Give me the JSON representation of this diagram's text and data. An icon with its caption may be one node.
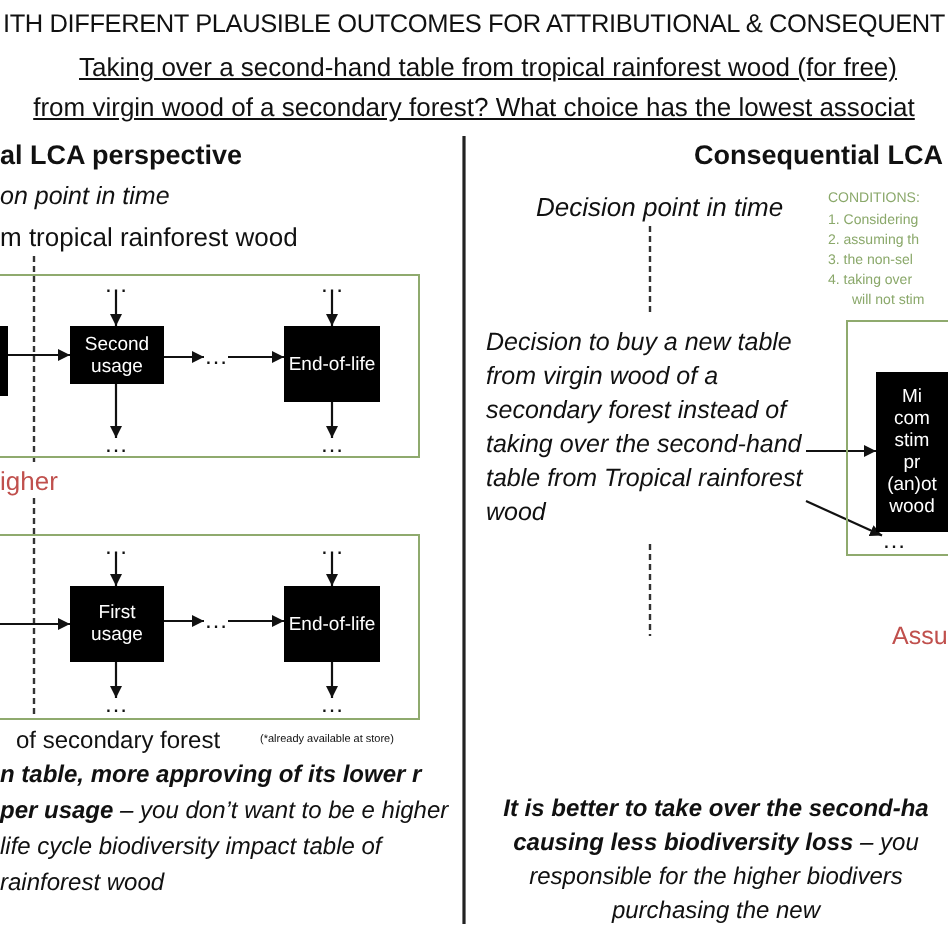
{
  "diagram": {
    "title": "ITH DIFFERENT PLAUSIBLE OUTCOMES FOR ATTRIBUTIONAL & CONSEQUENT",
    "nodes": [
      {
        "text": [],
        "shape": "box"
      },
      {
        "text": [
          "…"
        ],
        "in": 0
      },
      {
        "text": [
          "…"
        ],
        "in": 0
      },
      {
        "text": [],
        "shape": "box",
        "in": 0
      },
      {
        "text": [
          "Second usage"
        ],
        "in": 0
      },
      {
        "text": [
          "…"
        ],
        "in": 0
      },
      {
        "text": [
          "End-of-life"
        ],
        "in": 0
      },
      {
        "text": [
          "…"
        ],
        "in": 0
      },
      {
        "text": [
          "…"
        ],
        "in": 0
      },
      {
        "text": [],
        "shape": "box"
      },
      {
        "text": [
          "…"
        ],
        "in": 9
      },
      {
        "text": [
          "…"
        ],
        "in": 9
      },
      {
        "text": [
          "First usage"
        ],
        "in": 9
      },
      {
        "text": [
          "…"
        ],
        "in": 9
      },
      {
        "text": [
          "End-of-life"
        ],
        "in": 9
      },
      {
        "text": [
          "…"
        ],
        "in": 9
      },
      {
        "text": [
          "…"
        ],
        "in": 9
      },
      {
        "text": [
          "Decision to buy a new table from virgin wood of a secondary forest instead of taking over the second-hand table from Tropical rainforest wood"
        ]
      },
      {
        "text": [],
        "shape": "box"
      },
      {
        "text": [
          "Mi com stim pr (an)ot wood"
        ],
        "in": 18
      },
      {
        "text": [
          "…"
        ],
        "in": 18
      }
    ],
    "edges": [
      {
        "from": 3,
        "to": 4,
        "arrow": "to"
      },
      {
        "from": 1,
        "to": 4,
        "arrow": "to"
      },
      {
        "from": 4,
        "to": 7,
        "arrow": "to"
      },
      {
        "from": 4,
        "to": 5,
        "arrow": "to"
      },
      {
        "from": 5,
        "to": 6,
        "arrow": "to"
      },
      {
        "from": 2,
        "to": 6,
        "arrow": "to"
      },
      {
        "from": 6,
        "to": 8,
        "arrow": "to"
      },
      {
        "from": null,
        "to": 12,
        "arrow": "to"
      },
      {
        "from": 10,
        "to": 12,
        "arrow": "to"
      },
      {
        "from": 12,
        "to": 15,
        "arrow": "to"
      },
      {
        "from": 12,
        "to": 13,
        "arrow": "to"
      },
      {
        "from": 13,
        "to": 14,
        "arrow": "to"
      },
      {
        "from": 11,
        "to": 14,
        "arrow": "to"
      },
      {
        "from": 14,
        "to": 16,
        "arrow": "to"
      },
      {
        "from": 17,
        "to": 19,
        "arrow": "to"
      },
      {
        "from": 17,
        "to": 20,
        "arrow": "to"
      }
    ],
    "labels": [
      "Taking over a second-hand table from tropical rainforest wood (for free) from virgin wood of a secondary forest? What choice has the lowest associat",
      "al LCA perspective",
      "Consequential LCA",
      "on point in time",
      "Decision point in time",
      "CONDITIONS:",
      "1. Considering",
      "2. assuming th",
      "3. the non-sel",
      "4. taking over will not stim",
      "m tropical rainforest wood",
      "igher",
      "Assu",
      "of secondary forest",
      "(*already available at store)",
      "**n table, more approving of its lower r per usage** – you don’t want to be e higher life cycle biodiversity impact table of rainforest wood",
      "**It is better to take over the second-ha causing less biodiversity loss** – you responsible for the higher biodivers purchasing the new"
    ]
  }
}
